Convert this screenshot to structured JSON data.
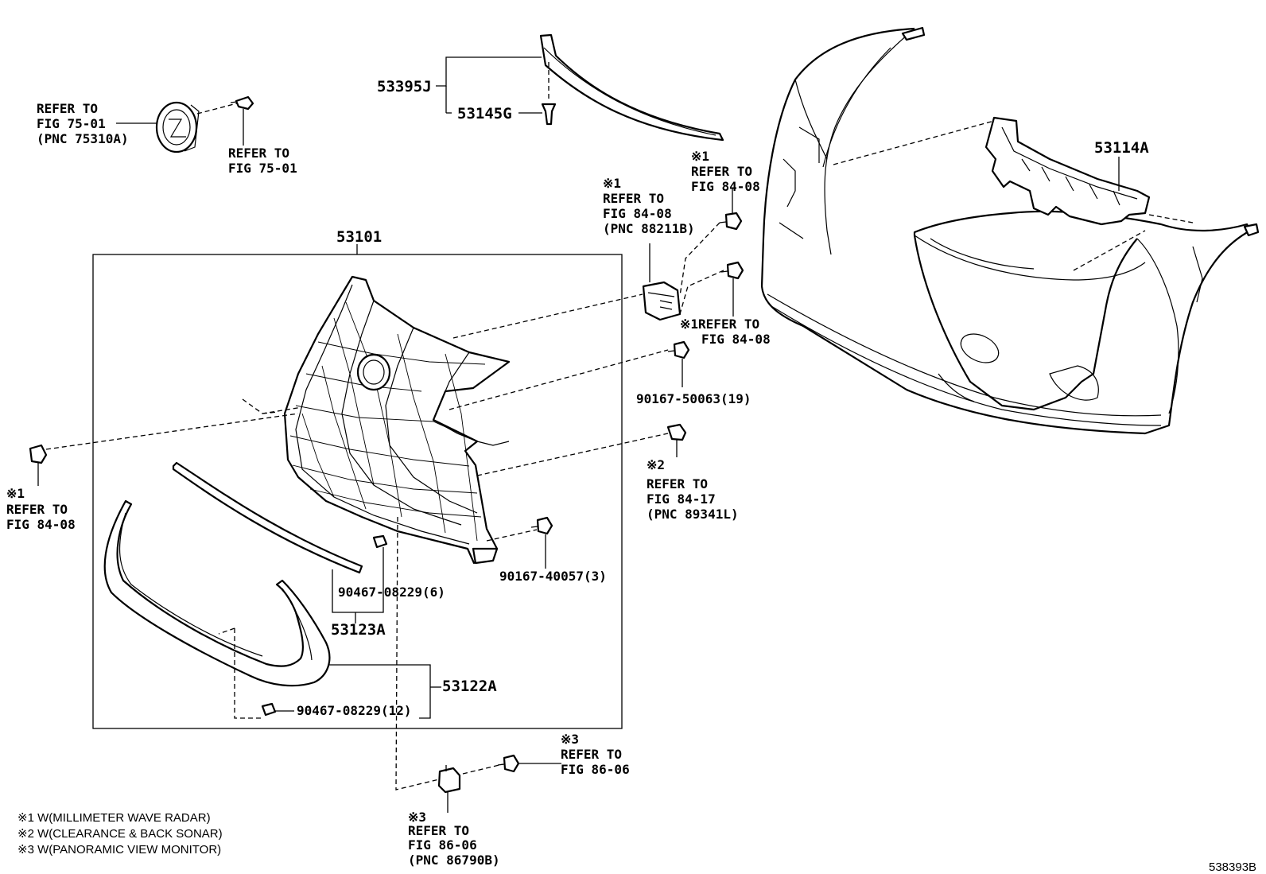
{
  "callouts": {
    "emblem": [
      "REFER TO",
      "FIG 75-01",
      "(PNC 75310A)"
    ],
    "emblem_screw": [
      "REFER TO",
      "FIG 75-01"
    ],
    "molding_top": "53395J",
    "clip_top": "53145G",
    "radar_screw_top": [
      "※1",
      "REFER TO",
      "FIG 84-08"
    ],
    "radar_sensor": [
      "※1",
      "REFER TO",
      "FIG 84-08",
      "(PNC 88211B)"
    ],
    "radar_screw_side": [
      "※1REFER TO",
      "FIG 84-08"
    ],
    "grille_assy": "53101",
    "bumper_retainer": "53114A",
    "screw_19": "90167-50063(19)",
    "sonar": [
      "※2",
      "REFER TO",
      "FIG 84-17",
      "(PNC 89341L)"
    ],
    "left_clip": [
      "※1",
      "REFER TO",
      "FIG 84-08"
    ],
    "screw_3": "90167-40057(3)",
    "clip_6": "90467-08229(6)",
    "molding_center": "53123A",
    "molding_lower": "53122A",
    "clip_12": "90467-08229(12)",
    "camera_screw": [
      "※3",
      "REFER TO",
      "FIG 86-06"
    ],
    "camera": [
      "※3",
      "REFER TO",
      "FIG 86-06",
      "(PNC 86790B)"
    ]
  },
  "notes": [
    "※1 W(MILLIMETER WAVE RADAR)",
    "※2 W(CLEARANCE & BACK SONAR)",
    "※3 W(PANORAMIC VIEW MONITOR)"
  ],
  "diagram_id": "538393B"
}
